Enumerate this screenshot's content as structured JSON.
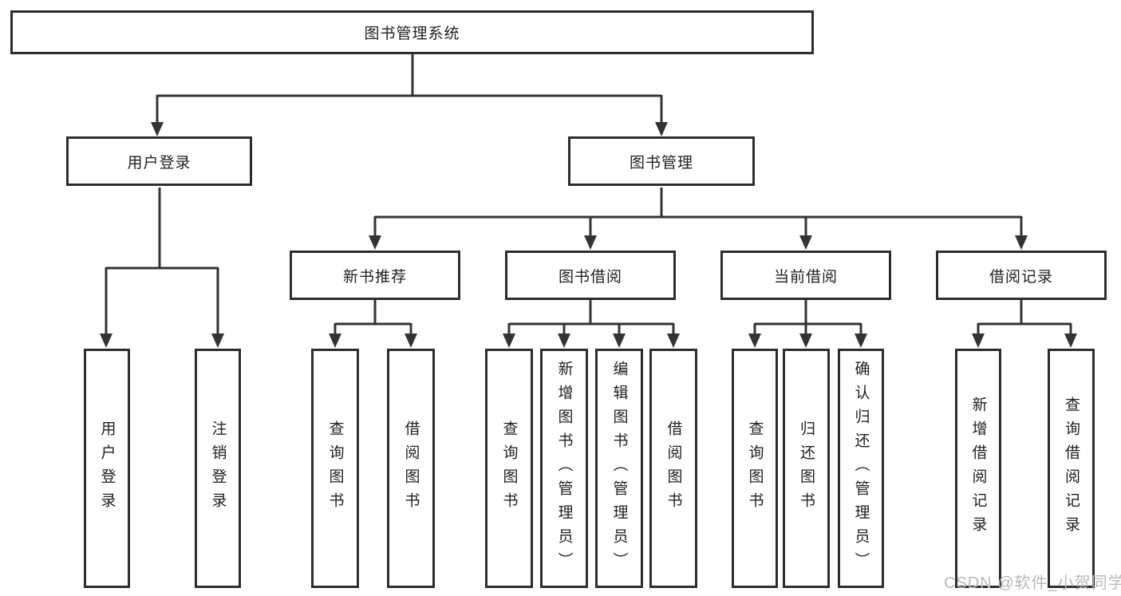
{
  "meta": {
    "diagram_type": "hierarchy-tree",
    "colors": {
      "line": "#333333",
      "box_border": "#2d2d2d",
      "box_background": "#ffffff",
      "text": "#212121",
      "watermark": "#b9b9bd"
    }
  },
  "watermark": {
    "text": "CSDN @软件_小贺同学"
  },
  "tree": {
    "root": {
      "label": "图书管理系统"
    },
    "branches": [
      {
        "label": "用户登录",
        "children": [
          {
            "label": "用户登录"
          },
          {
            "label": "注销登录"
          }
        ]
      },
      {
        "label": "图书管理",
        "children": [
          {
            "label": "新书推荐",
            "children": [
              {
                "label": "查询图书"
              },
              {
                "label": "借阅图书"
              }
            ]
          },
          {
            "label": "图书借阅",
            "children": [
              {
                "label": "查询图书"
              },
              {
                "label": "新增图书（管理员）"
              },
              {
                "label": "编辑图书（管理员）"
              },
              {
                "label": "借阅图书"
              }
            ]
          },
          {
            "label": "当前借阅",
            "children": [
              {
                "label": "查询图书"
              },
              {
                "label": "归还图书"
              },
              {
                "label": "确认归还（管理员）"
              }
            ]
          },
          {
            "label": "借阅记录",
            "children": [
              {
                "label": "新增借阅记录"
              },
              {
                "label": "查询借阅记录"
              }
            ]
          }
        ]
      }
    ]
  }
}
